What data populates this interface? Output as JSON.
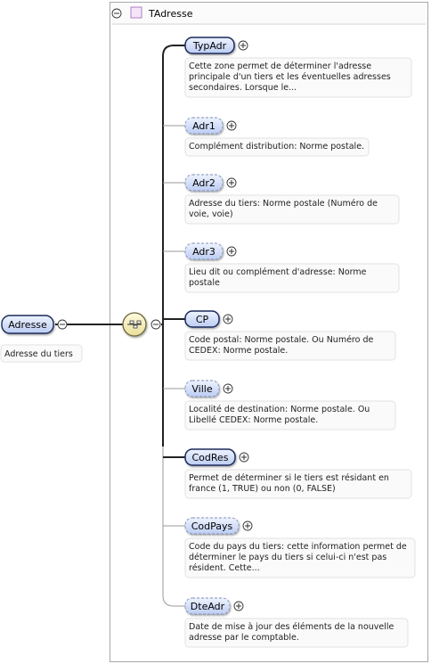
{
  "root": {
    "name": "Adresse",
    "doc": "Adresse du tiers"
  },
  "complex_type": {
    "name": "TAdresse"
  },
  "elements": [
    {
      "name": "TypAdr",
      "mandatory": true,
      "doc": [
        "Cette zone permet de déterminer l'adresse",
        "principale d'un tiers et les éventuelles adresses",
        "secondaires. Lorsque le..."
      ]
    },
    {
      "name": "Adr1",
      "mandatory": false,
      "doc": [
        "Complément distribution: Norme postale."
      ]
    },
    {
      "name": "Adr2",
      "mandatory": false,
      "doc": [
        "Adresse du tiers: Norme postale (Numéro de",
        "voie, voie)"
      ]
    },
    {
      "name": "Adr3",
      "mandatory": false,
      "doc": [
        "Lieu dit ou complément d'adresse: Norme",
        "postale"
      ]
    },
    {
      "name": "CP",
      "mandatory": true,
      "doc": [
        "Code postal: Norme postale. Ou Numéro de",
        "CEDEX: Norme postale."
      ]
    },
    {
      "name": "Ville",
      "mandatory": false,
      "doc": [
        "Localité de destination: Norme postale. Ou",
        "Libellé CEDEX: Norme postale."
      ]
    },
    {
      "name": "CodRes",
      "mandatory": true,
      "doc": [
        "Permet de déterminer si le tiers est résidant en",
        "france (1, TRUE) ou non (0, FALSE)"
      ]
    },
    {
      "name": "CodPays",
      "mandatory": false,
      "doc": [
        "Code du pays du tiers: cette information permet de",
        "déterminer le pays du tiers si celui-ci n'est pas",
        "résident. Cette..."
      ]
    },
    {
      "name": "DteAdr",
      "mandatory": false,
      "doc": [
        "Date de mise à jour des éléments de la nouvelle",
        "adresse par le comptable."
      ]
    }
  ],
  "colors": {
    "node_fill_top": "#e8efff",
    "node_fill_bottom": "#bccdf2",
    "node_stroke": "#1a2a5a",
    "node_stroke_optional": "#7f8fb5",
    "doc_fill": "#fafafa",
    "doc_stroke": "#e2e2e2",
    "frame_stroke": "#a8a8a8",
    "sequence_fill": "#f7f2c2",
    "sequence_stroke": "#6b6438",
    "type_icon": "#c9a0dc"
  }
}
